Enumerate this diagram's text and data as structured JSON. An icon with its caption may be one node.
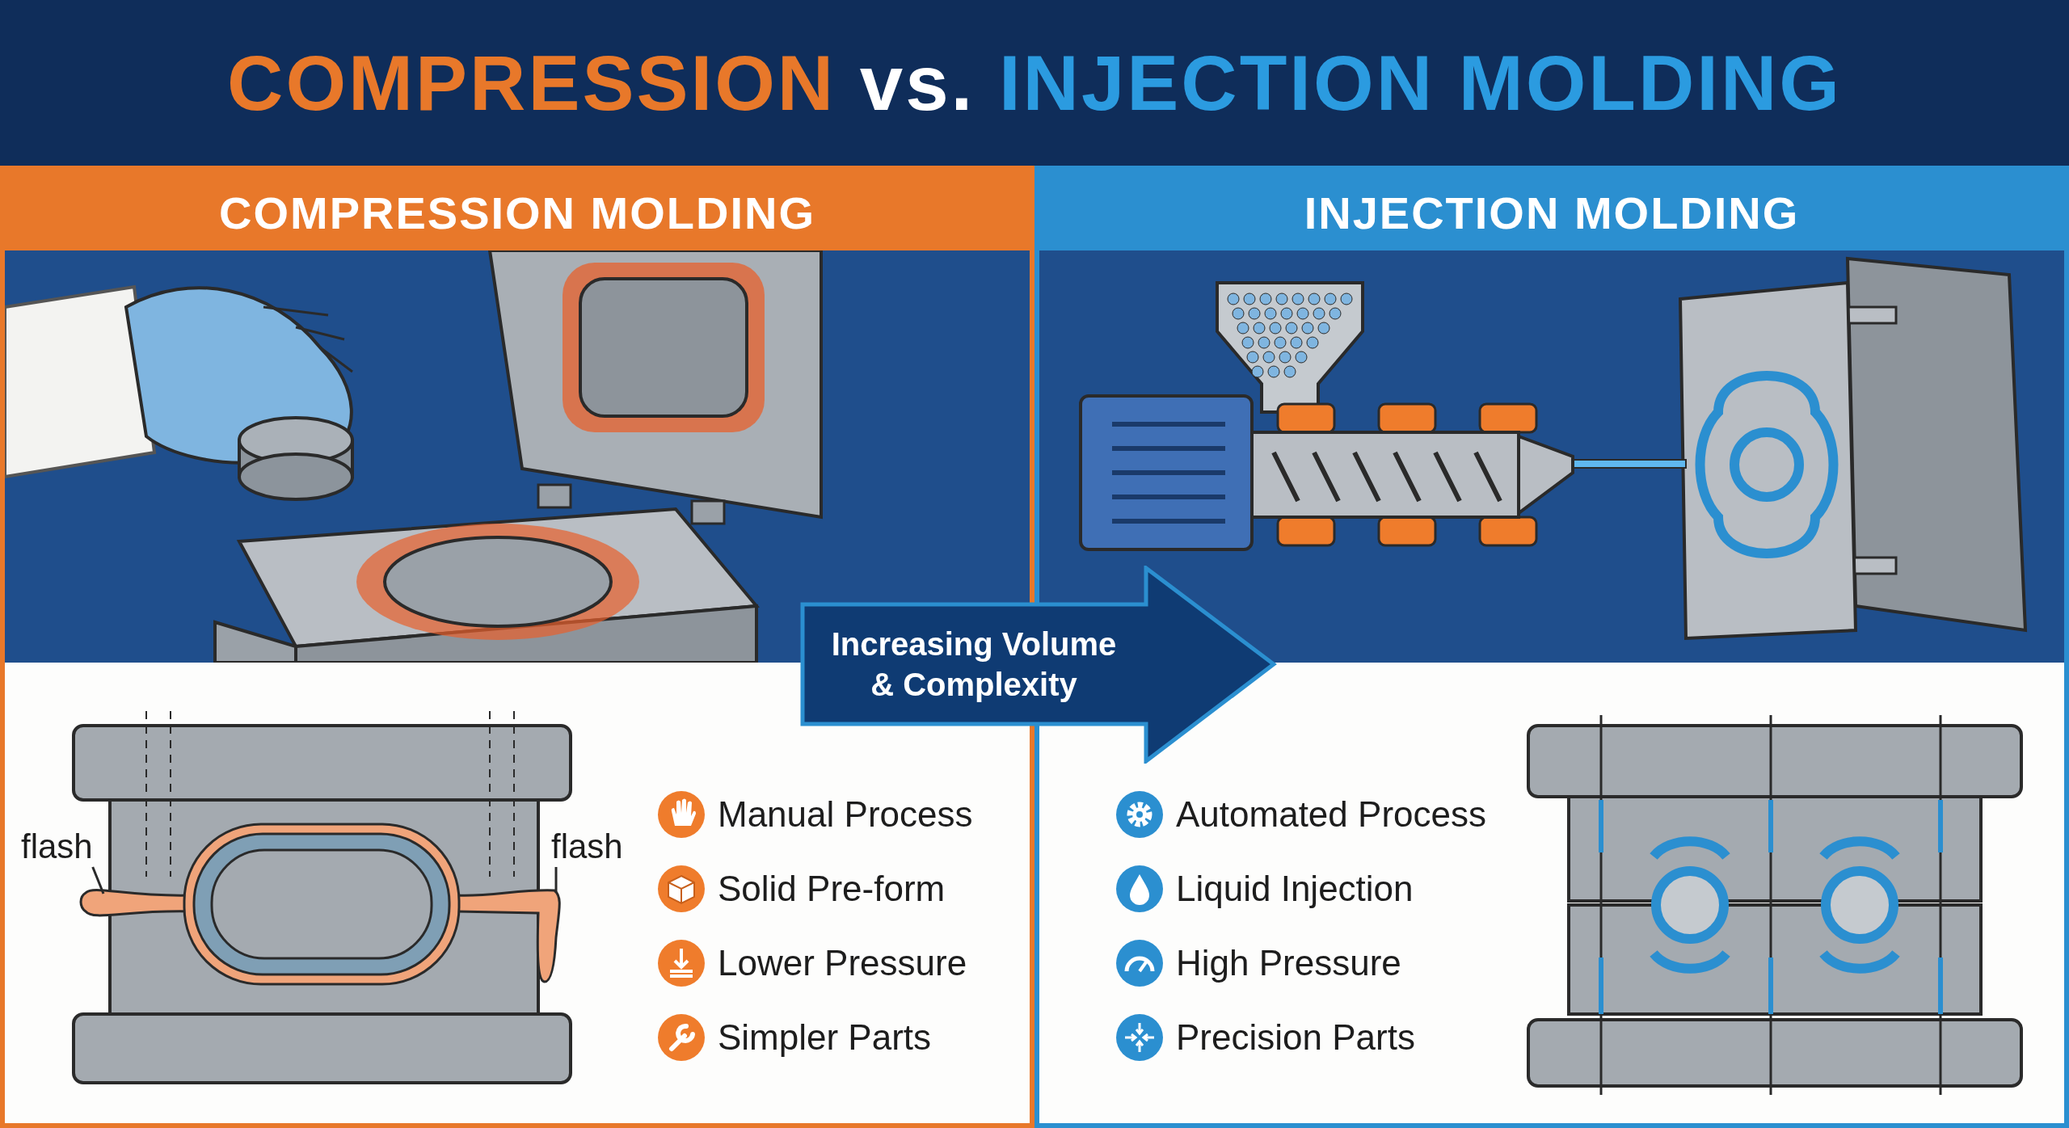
{
  "diagram": {
    "title": "COMPRESSION vs. INJECTION MOLDING",
    "nodes": [
      {
        "text": [
          "COMPRESSION MOLDING"
        ]
      },
      {
        "text": [
          "INJECTION MOLDING"
        ]
      },
      {
        "text": [
          "flash"
        ],
        "in": 0
      },
      {
        "text": [
          "flash"
        ],
        "in": 0
      },
      {
        "text": [
          "Increasing Volume & Complexity"
        ]
      }
    ],
    "edges": [
      {
        "from": 2,
        "to": null,
        "arrow": "none"
      },
      {
        "from": 3,
        "to": null,
        "arrow": "none"
      }
    ],
    "labels": [
      "Manual Process",
      "Solid Pre-form",
      "Lower Pressure",
      "Simpler Parts",
      "Automated Process",
      "Liquid Injection",
      "High Pressure",
      "Precision Parts"
    ]
  }
}
